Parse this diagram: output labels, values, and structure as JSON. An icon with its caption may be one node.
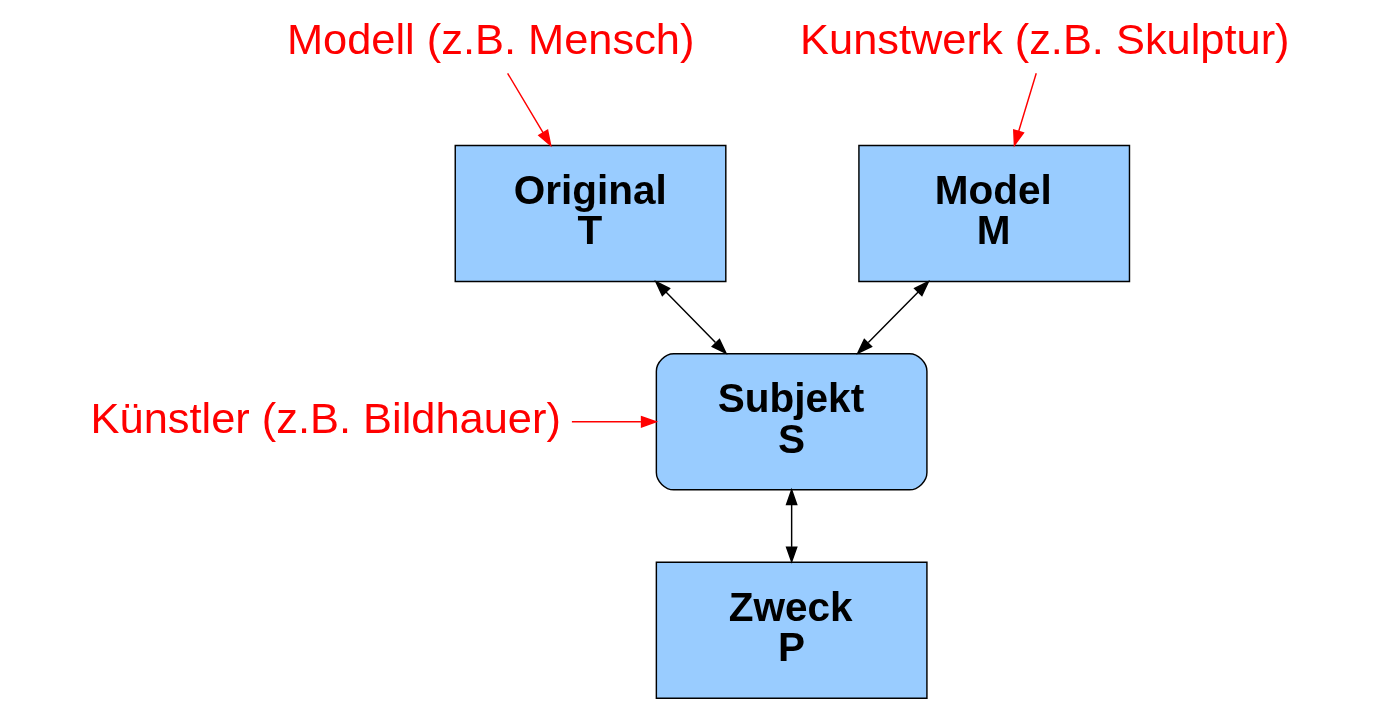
{
  "diagram": {
    "nodes": [
      {
        "text": [
          "Modell (z.B. Mensch)"
        ]
      },
      {
        "text": [
          "Original",
          "T"
        ]
      },
      {
        "text": [
          "Kunstwerk (z.B. Skulptur)"
        ]
      },
      {
        "text": [
          "Model",
          "M"
        ]
      },
      {
        "text": [
          "Künstler (z.B. Bildhauer)"
        ]
      },
      {
        "text": [
          "Subjekt",
          "S"
        ]
      },
      {
        "text": [
          "Zweck",
          "P"
        ]
      }
    ],
    "edges": [
      {
        "from": 0,
        "to": 1,
        "arrow": "to",
        "color": "#ff0000"
      },
      {
        "from": 2,
        "to": 3,
        "arrow": "to",
        "color": "#ff0000"
      },
      {
        "from": 4,
        "to": 5,
        "arrow": "to",
        "color": "#ff0000"
      },
      {
        "from": 1,
        "to": 5,
        "arrow": "both",
        "color": "#000000"
      },
      {
        "from": 3,
        "to": 5,
        "arrow": "both",
        "color": "#000000"
      },
      {
        "from": 5,
        "to": 6,
        "arrow": "both",
        "color": "#000000"
      }
    ]
  }
}
